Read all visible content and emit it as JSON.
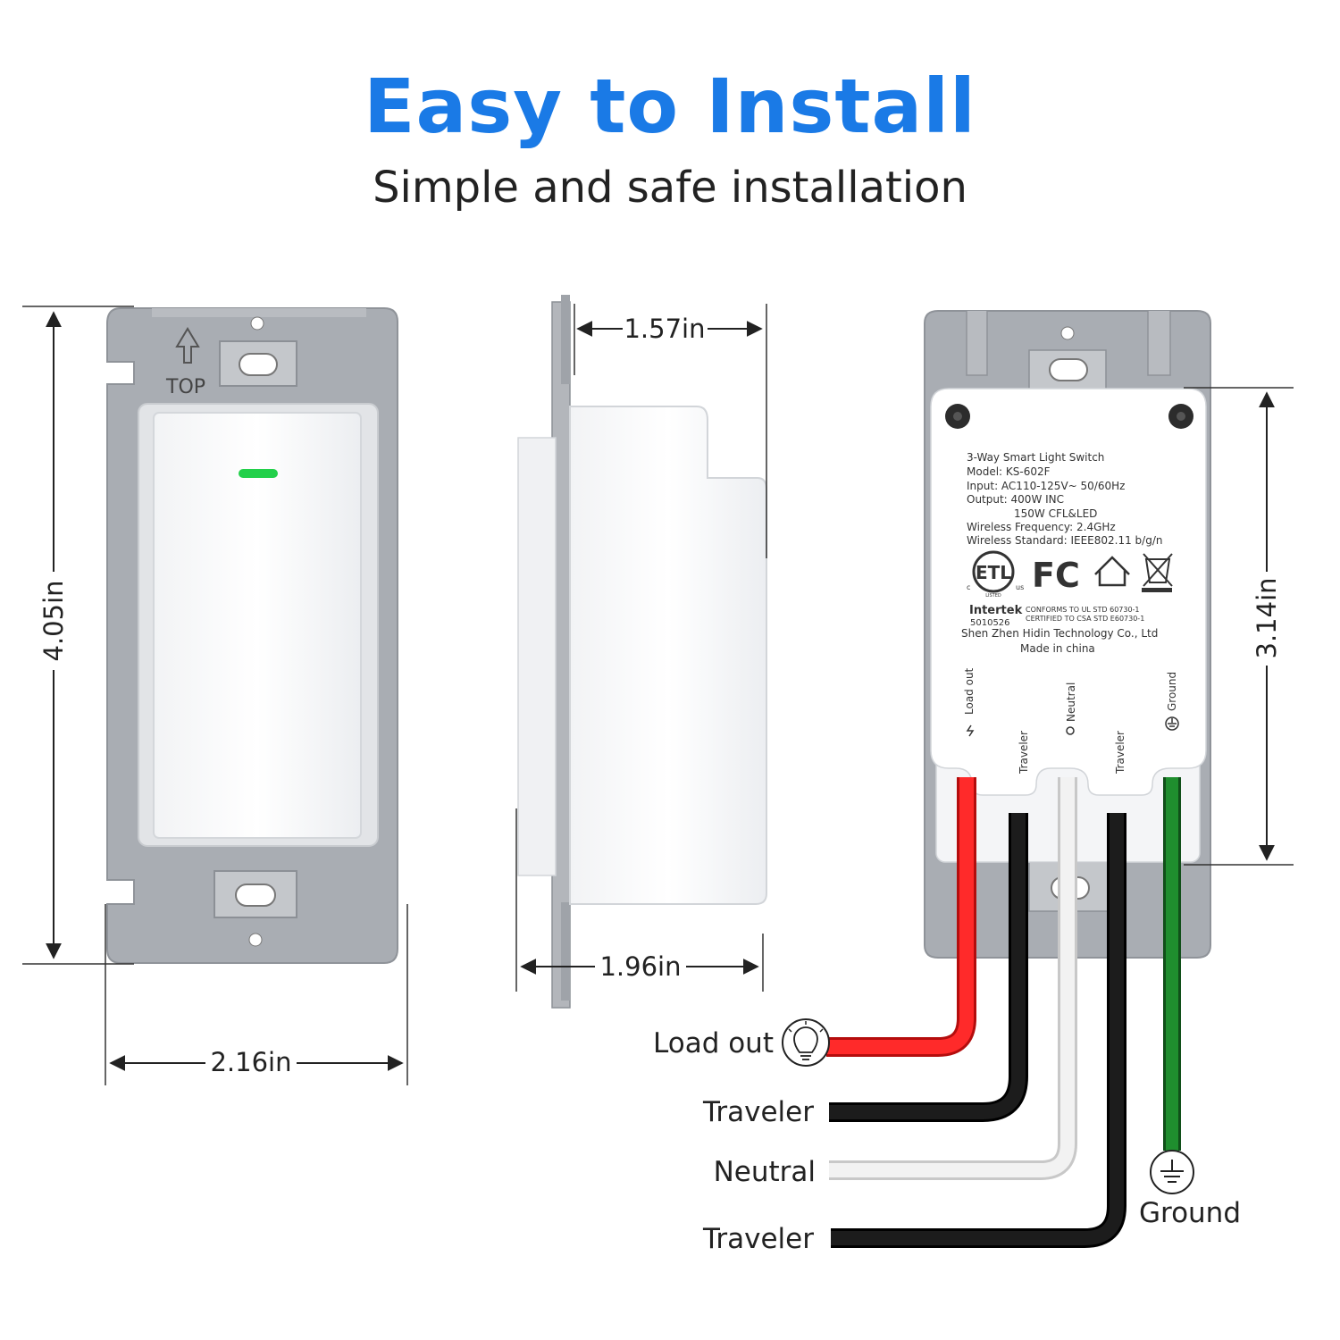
{
  "heading": {
    "title": "Easy to Install",
    "subtitle": "Simple and safe installation"
  },
  "colors": {
    "accent": "#1a7ae6",
    "indicator": "#22d04a",
    "red": "#ff2a2a",
    "black": "#1c1c1c",
    "white_wire": "#f2f2f2",
    "green": "#1f8e2e",
    "plate": "#a9adb3"
  },
  "front_view": {
    "top_label": "TOP",
    "height": "4.05in",
    "width": "2.16in"
  },
  "side_view": {
    "depth_top": "1.57in",
    "depth_bottom": "1.96in"
  },
  "back_view": {
    "height": "3.14in",
    "label_lines": [
      "3-Way Smart Light Switch",
      "Model: KS-602F",
      "Input: AC110-125V~ 50/60Hz",
      "Output: 400W INC",
      "150W CFL&LED",
      "Wireless Frequency: 2.4GHz",
      "Wireless Standard: IEEE802.11 b/g/n"
    ],
    "cert_marks": {
      "etl_c": "c",
      "etl_us": "us",
      "etl_listed": "LISTED",
      "fc": "FC"
    },
    "intertek": {
      "name": "Intertek",
      "number": "5010526",
      "conform_1": "CONFORMS TO UL STD 60730-1",
      "conform_2": "CERTIFIED TO CSA STD E60730-1"
    },
    "maker": "Shen Zhen Hidin Technology Co., Ltd",
    "made_in": "Made in china",
    "terminals": [
      "Load out",
      "Traveler",
      "Neutral",
      "Traveler",
      "Ground"
    ]
  },
  "wires": {
    "load_out": "Load out",
    "traveler_1": "Traveler",
    "neutral": "Neutral",
    "traveler_2": "Traveler",
    "ground": "Ground"
  }
}
